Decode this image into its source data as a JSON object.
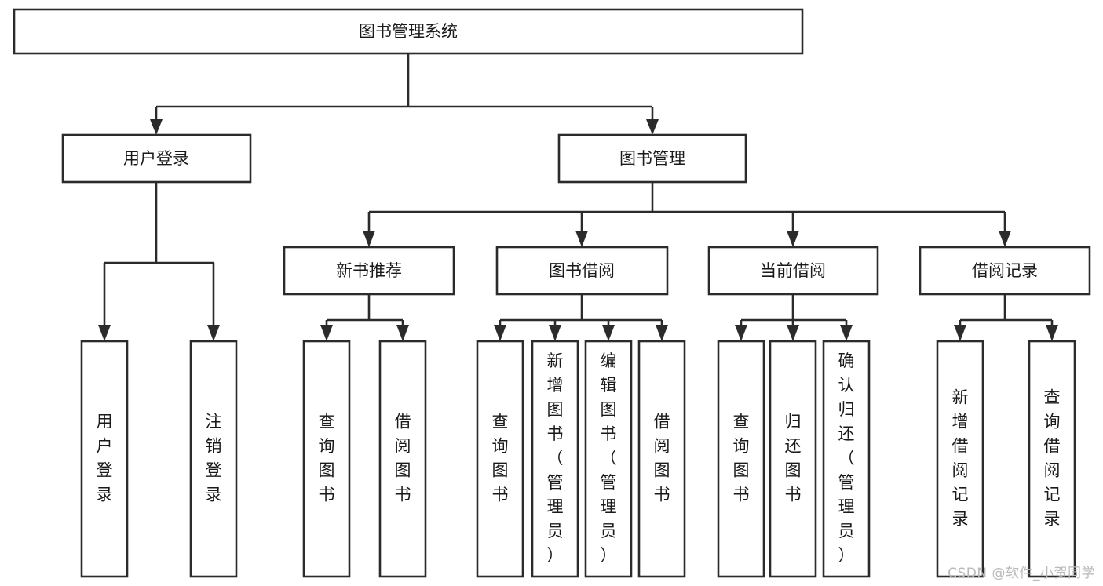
{
  "diagram": {
    "type": "tree",
    "title": "图书管理系统",
    "watermark": "CSDN @软件_小贺同学",
    "orientation": "top-down",
    "nodes": {
      "root": {
        "label": "图书管理系统"
      },
      "level2": [
        {
          "id": "user-login",
          "label": "用户登录"
        },
        {
          "id": "book-manage",
          "label": "图书管理"
        }
      ],
      "level3": [
        {
          "id": "new-book-recommend",
          "label": "新书推荐"
        },
        {
          "id": "book-borrow",
          "label": "图书借阅"
        },
        {
          "id": "current-borrow",
          "label": "当前借阅"
        },
        {
          "id": "borrow-record",
          "label": "借阅记录"
        }
      ],
      "leaves": {
        "user-login": [
          {
            "id": "leaf-user-login",
            "label": "用户登录"
          },
          {
            "id": "leaf-logout-login",
            "label": "注销登录"
          }
        ],
        "new-book-recommend": [
          {
            "id": "leaf-query-book-1",
            "label": "查询图书"
          },
          {
            "id": "leaf-borrow-book-1",
            "label": "借阅图书"
          }
        ],
        "book-borrow": [
          {
            "id": "leaf-query-book-2",
            "label": "查询图书"
          },
          {
            "id": "leaf-add-book",
            "label": "新增图书（管理员）"
          },
          {
            "id": "leaf-edit-book",
            "label": "编辑图书（管理员）"
          },
          {
            "id": "leaf-borrow-book-2",
            "label": "借阅图书"
          }
        ],
        "current-borrow": [
          {
            "id": "leaf-query-book-3",
            "label": "查询图书"
          },
          {
            "id": "leaf-return-book",
            "label": "归还图书"
          },
          {
            "id": "leaf-confirm-return",
            "label": "确认归还（管理员）"
          }
        ],
        "borrow-record": [
          {
            "id": "leaf-add-record",
            "label": "新增借阅记录"
          },
          {
            "id": "leaf-query-record",
            "label": "查询借阅记录"
          }
        ]
      }
    },
    "colors": {
      "stroke": "#2b2b2b",
      "fill": "#ffffff",
      "text": "#1a1a1a",
      "watermark": "#b9b9b9"
    }
  }
}
